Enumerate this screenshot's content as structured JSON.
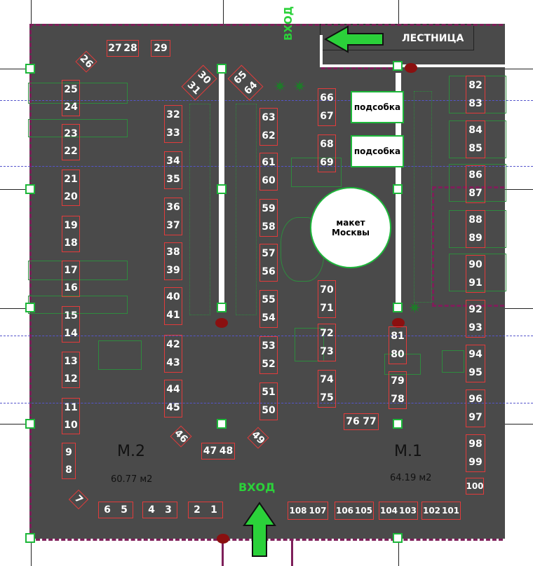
{
  "labels": {
    "entrance_top": "ВХОД",
    "entrance_bottom": "ВХОД",
    "stairs": "ЛЕСТНИЦА",
    "utility_room_1": "подсобка",
    "utility_room_2": "подсобка",
    "model_line1": "макет",
    "model_line2": "Москвы",
    "zone_m2": "М.2",
    "area_m2": "60.77 м2",
    "zone_m1": "М.1",
    "area_m1": "64.19 м2"
  },
  "tables": [
    {
      "id": "t26",
      "n": [
        "26"
      ]
    },
    {
      "id": "t2728",
      "n": [
        "27",
        "28"
      ]
    },
    {
      "id": "t29",
      "n": [
        "29"
      ]
    },
    {
      "id": "t3031",
      "n": [
        "30",
        "31"
      ]
    },
    {
      "id": "t6564",
      "n": [
        "65",
        "64"
      ]
    },
    {
      "id": "t2524",
      "n": [
        "25",
        "24"
      ]
    },
    {
      "id": "t2322",
      "n": [
        "23",
        "22"
      ]
    },
    {
      "id": "t2120",
      "n": [
        "21",
        "20"
      ]
    },
    {
      "id": "t1918",
      "n": [
        "19",
        "18"
      ]
    },
    {
      "id": "t1716",
      "n": [
        "17",
        "16"
      ]
    },
    {
      "id": "t1514",
      "n": [
        "15",
        "14"
      ]
    },
    {
      "id": "t1312",
      "n": [
        "13",
        "12"
      ]
    },
    {
      "id": "t1110",
      "n": [
        "11",
        "10"
      ]
    },
    {
      "id": "t98",
      "n": [
        "9",
        "8"
      ]
    },
    {
      "id": "t7",
      "n": [
        "7"
      ]
    },
    {
      "id": "t3233",
      "n": [
        "32",
        "33"
      ]
    },
    {
      "id": "t3435",
      "n": [
        "34",
        "35"
      ]
    },
    {
      "id": "t3637",
      "n": [
        "36",
        "37"
      ]
    },
    {
      "id": "t3839",
      "n": [
        "38",
        "39"
      ]
    },
    {
      "id": "t4041",
      "n": [
        "40",
        "41"
      ]
    },
    {
      "id": "t4243",
      "n": [
        "42",
        "43"
      ]
    },
    {
      "id": "t4445",
      "n": [
        "44",
        "45"
      ]
    },
    {
      "id": "t46",
      "n": [
        "46"
      ]
    },
    {
      "id": "t4748",
      "n": [
        "47",
        "48"
      ]
    },
    {
      "id": "t49",
      "n": [
        "49"
      ]
    },
    {
      "id": "t6362",
      "n": [
        "63",
        "62"
      ]
    },
    {
      "id": "t6160",
      "n": [
        "61",
        "60"
      ]
    },
    {
      "id": "t5958",
      "n": [
        "59",
        "58"
      ]
    },
    {
      "id": "t5756",
      "n": [
        "57",
        "56"
      ]
    },
    {
      "id": "t5554",
      "n": [
        "55",
        "54"
      ]
    },
    {
      "id": "t5352",
      "n": [
        "53",
        "52"
      ]
    },
    {
      "id": "t5150",
      "n": [
        "51",
        "50"
      ]
    },
    {
      "id": "t6667",
      "n": [
        "66",
        "67"
      ]
    },
    {
      "id": "t6869",
      "n": [
        "68",
        "69"
      ]
    },
    {
      "id": "t7071",
      "n": [
        "70",
        "71"
      ]
    },
    {
      "id": "t7273",
      "n": [
        "72",
        "73"
      ]
    },
    {
      "id": "t7475",
      "n": [
        "74",
        "75"
      ]
    },
    {
      "id": "t7677",
      "n": [
        "76",
        "77"
      ]
    },
    {
      "id": "t8180",
      "n": [
        "81",
        "80"
      ]
    },
    {
      "id": "t7978",
      "n": [
        "79",
        "78"
      ]
    },
    {
      "id": "t8283",
      "n": [
        "82",
        "83"
      ]
    },
    {
      "id": "t8485",
      "n": [
        "84",
        "85"
      ]
    },
    {
      "id": "t8687",
      "n": [
        "86",
        "87"
      ]
    },
    {
      "id": "t8889",
      "n": [
        "88",
        "89"
      ]
    },
    {
      "id": "t9091",
      "n": [
        "90",
        "91"
      ]
    },
    {
      "id": "t9293",
      "n": [
        "92",
        "93"
      ]
    },
    {
      "id": "t9495",
      "n": [
        "94",
        "95"
      ]
    },
    {
      "id": "t9697",
      "n": [
        "96",
        "97"
      ]
    },
    {
      "id": "t9899",
      "n": [
        "98",
        "99"
      ]
    },
    {
      "id": "t100",
      "n": [
        "100"
      ]
    },
    {
      "id": "t65",
      "n": [
        "6",
        "5"
      ]
    },
    {
      "id": "t43",
      "n": [
        "4",
        "3"
      ]
    },
    {
      "id": "t21",
      "n": [
        "2",
        "1"
      ]
    },
    {
      "id": "t108107",
      "n": [
        "108",
        "107"
      ]
    },
    {
      "id": "t106105",
      "n": [
        "106",
        "105"
      ]
    },
    {
      "id": "t104103",
      "n": [
        "104",
        "103"
      ]
    },
    {
      "id": "t102101",
      "n": [
        "102",
        "101"
      ]
    }
  ],
  "colors": {
    "floor": "#4a4a4a",
    "table_border": "#e23b3b",
    "node_border": "#1db73a",
    "entrance": "#2bd13a",
    "boundary": "#7e1f5a"
  }
}
